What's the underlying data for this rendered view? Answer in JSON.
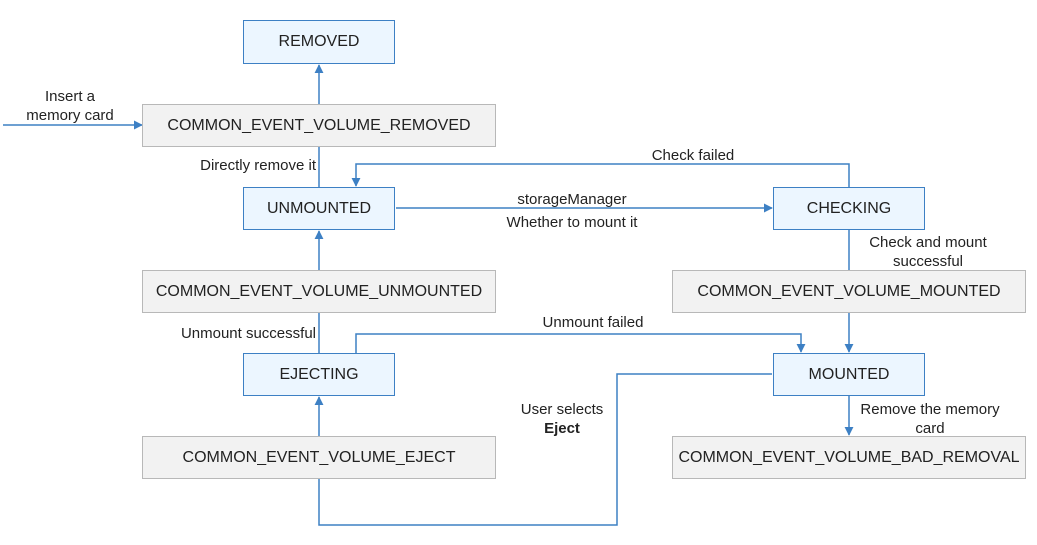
{
  "states": {
    "removed": "REMOVED",
    "unmounted": "UNMOUNTED",
    "ejecting": "EJECTING",
    "checking": "CHECKING",
    "mounted": "MOUNTED"
  },
  "events": {
    "volume_removed": "COMMON_EVENT_VOLUME_REMOVED",
    "volume_unmounted": "COMMON_EVENT_VOLUME_UNMOUNTED",
    "volume_eject": "COMMON_EVENT_VOLUME_EJECT",
    "volume_mounted": "COMMON_EVENT_VOLUME_MOUNTED",
    "volume_bad_removal": "COMMON_EVENT_VOLUME_BAD_REMOVAL"
  },
  "labels": {
    "insert_line1": "Insert a",
    "insert_line2": "memory card",
    "directly_remove": "Directly remove it",
    "check_failed": "Check failed",
    "storage_manager": "storageManager",
    "whether_mount": "Whether to mount it",
    "check_mount_line1": "Check and mount",
    "check_mount_line2": "successful",
    "unmount_successful": "Unmount successful",
    "unmount_failed": "Unmount failed",
    "user_selects": "User selects",
    "eject": "Eject",
    "remove_card_line1": "Remove the memory",
    "remove_card_line2": "card"
  },
  "colors": {
    "state_fill": "#ecf6ff",
    "state_border": "#3d80c4",
    "event_fill": "#f2f2f2",
    "event_border": "#b8b8b8",
    "arrow": "#3d80c4"
  }
}
